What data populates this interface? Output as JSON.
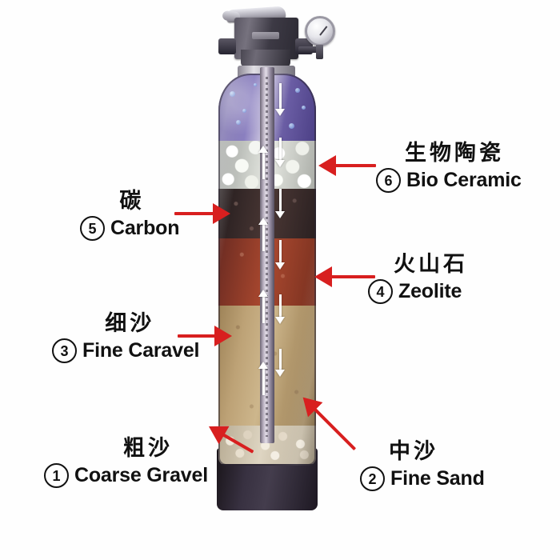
{
  "diagram": {
    "title": "Multi-layer water filter tank cutaway",
    "background_color": "#ffffff",
    "accent_color": "#d81f1f",
    "text_color": "#111111"
  },
  "device": {
    "valve_head_name": "multiport-valve",
    "gauge_name": "pressure-gauge",
    "riser_name": "riser-tube",
    "base_name": "tank-base"
  },
  "layers": [
    {
      "id": 6,
      "cn": "生物陶瓷",
      "en": "Bio Ceramic",
      "color": "#e6e8e2",
      "side": "right"
    },
    {
      "id": 5,
      "cn": "碳",
      "en": "Carbon",
      "color": "#3a2c2b",
      "side": "left"
    },
    {
      "id": 4,
      "cn": "火山石",
      "en": "Zeolite",
      "color": "#a9482f",
      "side": "right"
    },
    {
      "id": 3,
      "cn": "细沙",
      "en": "Fine Caravel",
      "color": "#cdb68c",
      "side": "left"
    },
    {
      "id": 2,
      "cn": "中沙",
      "en": "Fine Sand",
      "color": "#bda276",
      "side": "right"
    },
    {
      "id": 1,
      "cn": "粗沙",
      "en": "Coarse Gravel",
      "color": "#ded5c2",
      "side": "left"
    }
  ],
  "callouts": {
    "c6": {
      "num": "6",
      "cn": "生物陶瓷",
      "en": "Bio Ceramic"
    },
    "c5": {
      "num": "5",
      "cn": "碳",
      "en": "Carbon"
    },
    "c4": {
      "num": "4",
      "cn": "火山石",
      "en": "Zeolite"
    },
    "c3": {
      "num": "3",
      "cn": "细沙",
      "en": "Fine Caravel"
    },
    "c2": {
      "num": "2",
      "cn": "中沙",
      "en": "Fine Sand"
    },
    "c1": {
      "num": "1",
      "cn": "粗沙",
      "en": "Coarse Gravel"
    }
  },
  "flow": {
    "down_arrow_glyph": "▼",
    "up_arrow_glyph": "▲"
  }
}
